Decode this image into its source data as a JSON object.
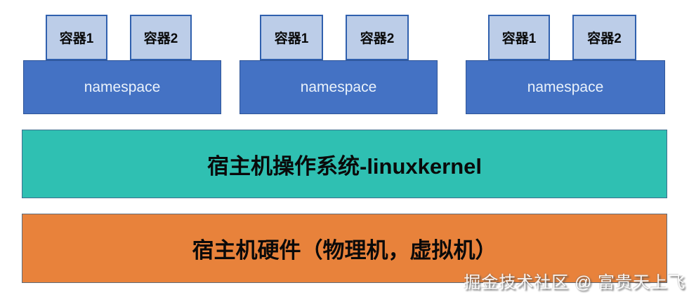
{
  "diagram": {
    "title_meaning": "container-architecture-diagram",
    "groups": [
      {
        "containers": [
          "容器1",
          "容器2"
        ],
        "namespace": "namespace"
      },
      {
        "containers": [
          "容器1",
          "容器2"
        ],
        "namespace": "namespace"
      },
      {
        "containers": [
          "容器1",
          "容器2"
        ],
        "namespace": "namespace"
      }
    ],
    "os_layer": "宿主机操作系统-linuxkernel",
    "hardware_layer": "宿主机硬件（物理机，虚拟机）",
    "watermark": "掘金技术社区 @ 富贵天上飞",
    "colors": {
      "container_fill": "#BCCDE8",
      "container_border": "#3060AE",
      "namespace_fill": "#4472C4",
      "namespace_text": "#EAF2FB",
      "os_fill": "#2FC0B2",
      "hardware_fill": "#E8823B",
      "label_text": "#0A0A0A",
      "watermark_text": "#FFFFFF"
    }
  }
}
